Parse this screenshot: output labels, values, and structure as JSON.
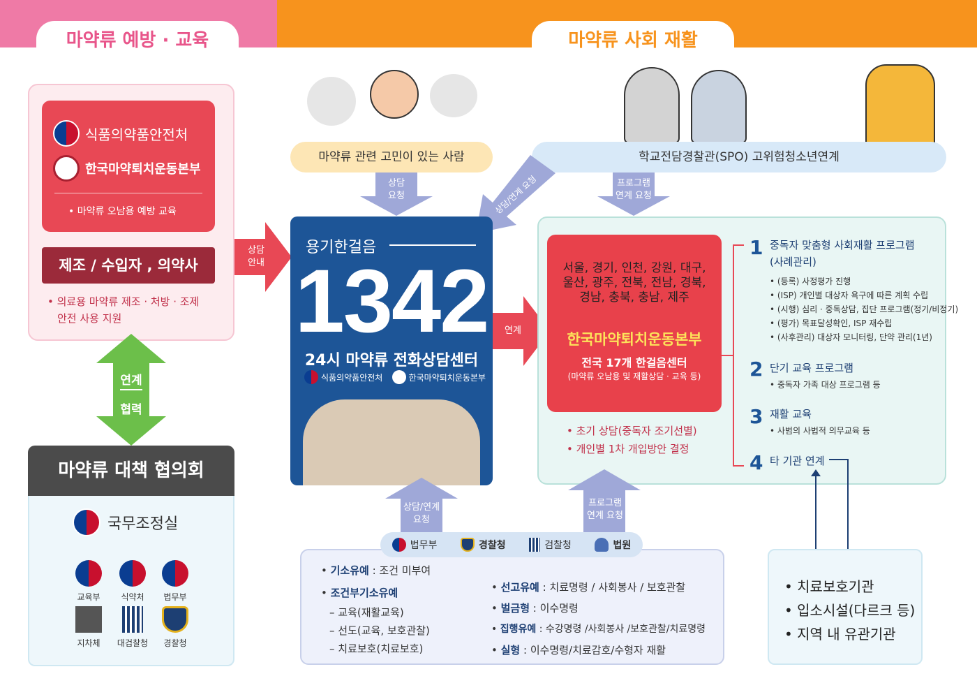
{
  "header": {
    "left_tab": "마약류 예방 · 교육",
    "right_tab": "마약류 사회 재활"
  },
  "prevention": {
    "org1": "식품의약품안전처",
    "org2": "한국마약퇴치운동본부",
    "bullet": "• 마약류 오남용 예방 교육",
    "mfg_title": "제조 / 수입자 , 의약사",
    "mfg_desc_line1": "• 의료용 마약류 제조 · 처방 · 조제",
    "mfg_desc_line2": "안전 사용 지원"
  },
  "link": {
    "top": "연계",
    "bottom": "협력"
  },
  "council": {
    "title": "마약류 대책 협의회",
    "head": "국무조정실",
    "orgs": [
      "교육부",
      "식약처",
      "법무부",
      "지차체",
      "대검찰청",
      "경찰청"
    ]
  },
  "arrows": {
    "guide": [
      "상담",
      "안내"
    ],
    "consult": [
      "상담",
      "요청"
    ],
    "consult_link": "상담/연계 요청",
    "program": [
      "프로그램",
      "연계 요청"
    ],
    "connect": "연계",
    "bottom_consult": [
      "상담/연계",
      "요청"
    ],
    "bottom_program": [
      "프로그램",
      "연계 요청"
    ]
  },
  "person_bubble": "마약류 관련 고민이 있는 사람",
  "spo_bubble": "학교전담경찰관(SPO) 고위험청소년연계",
  "center": {
    "courage": "용기한걸음",
    "number": "1342",
    "subtitle": "24시 마약류 전화상담센터",
    "logo1": "식품의약품안전처",
    "logo2": "한국마약퇴치운동본부"
  },
  "rehab": {
    "cities": [
      "서울, 경기, 인천, 강원, 대구,",
      "울산, 광주, 전북, 전남, 경북,",
      "경남, 충북, 충남, 제주"
    ],
    "org": "한국마약퇴치운동본부",
    "centers": "전국 17개 한걸음센터",
    "centers_sub": "(마약류 오남용 및 재활상담 · 교육 등)",
    "init1": "• 초기 상담(중독자 조기선별)",
    "init2": "• 개인별 1차 개입방안 결정",
    "programs": [
      {
        "num": "1",
        "title": "중독자 맞춤형 사회재활 프로그램",
        "title2": "(사례관리)",
        "items": [
          "• (등록) 사정평가 진행",
          "• (ISP) 개인별 대상자 욕구에 따른 계획 수립",
          "• (시행) 심리 · 중독상담, 집단 프로그램(정기/비정기)",
          "• (평가) 목표달성확인, ISP 재수립",
          "• (사후관리) 대상자 모니터링, 단약 관리(1년)"
        ]
      },
      {
        "num": "2",
        "title": "단기 교육 프로그램",
        "items": [
          "• 중독자 가족 대상 프로그램 등"
        ]
      },
      {
        "num": "3",
        "title": "재활 교육",
        "items": [
          "• 사범의 사법적 의무교육 등"
        ]
      },
      {
        "num": "4",
        "title": "타 기관 연계",
        "items": []
      }
    ]
  },
  "legal": {
    "orgs": [
      "법무부",
      "경찰청",
      "검찰청",
      "법원"
    ],
    "left": [
      {
        "label": "기소유예",
        "text": " : 조건 미부여"
      },
      {
        "label": "조건부기소유예",
        "text": ""
      }
    ],
    "cond": [
      "– 교육(재활교육)",
      "– 선도(교육, 보호관찰)",
      "– 치료보호(치료보호)"
    ],
    "right": [
      {
        "label": "선고유예",
        "text": " : 치료명령 / 사회봉사 / 보호관찰"
      },
      {
        "label": "벌금형",
        "text": " : 이수명령"
      },
      {
        "label": "집행유예",
        "text": " : 수강명령 /사회봉사 /보호관찰/치료명령"
      },
      {
        "label": "실형",
        "text": " : 이수명령/치료감호/수형자 재활"
      }
    ]
  },
  "facilities": [
    "• 치료보호기관",
    "• 입소시설(다르크 등)",
    "• 지역 내 유관기관"
  ],
  "colors": {
    "pink": "#ef7aa6",
    "orange": "#f7931d",
    "navy": "#1d5597",
    "red": "#e84855",
    "green": "#6cbf4a"
  }
}
